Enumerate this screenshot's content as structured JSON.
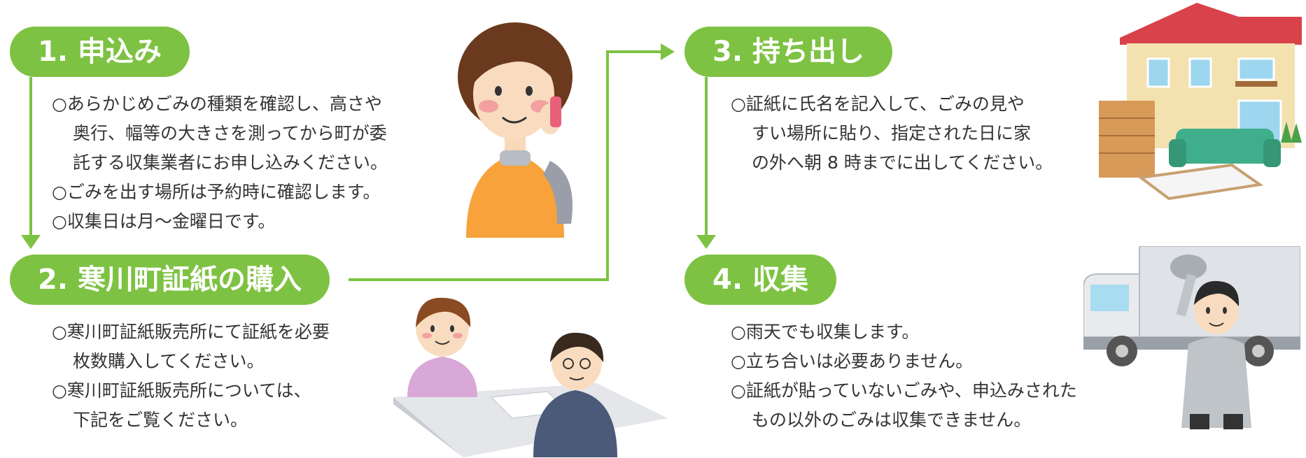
{
  "colors": {
    "accent_green": "#7dc242",
    "text": "#333333"
  },
  "steps": [
    {
      "title": "1. 申込み",
      "lines": [
        "○あらかじめごみの種類を確認し、高さや",
        "奥行、幅等の大きさを測ってから町が委",
        "託する収集業者にお申し込みください。",
        "○ごみを出す場所は予約時に確認します。",
        "○収集日は月～金曜日です。"
      ]
    },
    {
      "title": "2. 寒川町証紙の購入",
      "lines": [
        "○寒川町証紙販売所にて証紙を必要",
        "枚数購入してください。",
        "○寒川町証紙販売所については、",
        "下記をご覧ください。"
      ]
    },
    {
      "title": "3. 持ち出し",
      "lines": [
        "○証紙に氏名を記入して、ごみの見や",
        "すい場所に貼り、指定された日に家",
        "の外へ朝 8 時までに出してください。"
      ]
    },
    {
      "title": "4. 収集",
      "lines": [
        "○雨天でも収集します。",
        "○立ち合いは必要ありません。",
        "○証紙が貼っていないごみや、申込みされた",
        "もの以外のごみは収集できません。"
      ]
    }
  ],
  "illustrations": {
    "phone_woman": "woman-on-phone-illustration",
    "counter": "counter-purchase-illustration",
    "house": "house-with-furniture-illustration",
    "truck": "truck-and-worker-illustration"
  }
}
